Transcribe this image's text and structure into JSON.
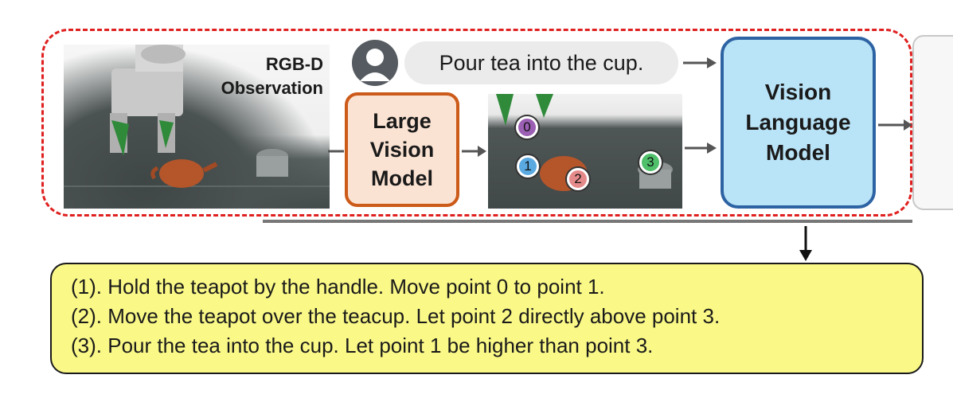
{
  "observation": {
    "label": "RGB-D\nObservation"
  },
  "instruction": {
    "text": "Pour tea into the cup."
  },
  "large_vision_model": {
    "label": "Large\nVision\nModel"
  },
  "vision_language_model": {
    "label": "Vision\nLanguage\nModel"
  },
  "points": [
    {
      "id": "0",
      "color": "#9b5fb3"
    },
    {
      "id": "1",
      "color": "#5aa9e0"
    },
    {
      "id": "2",
      "color": "#e58a8a"
    },
    {
      "id": "3",
      "color": "#4fbf6a"
    }
  ],
  "response": {
    "lines": [
      "(1). Hold the teapot by the handle. Move point 0 to point 1.",
      "(2). Move the teapot over the teacup. Let point 2 directly above point 3.",
      "(3). Pour the tea into the cup. Let point 1 be higher than point 3."
    ]
  },
  "colors": {
    "dashed_border": "#e02020",
    "lvm_fill": "#fbe3d3",
    "lvm_border": "#cc5a18",
    "vlm_fill": "#b9e3f7",
    "vlm_border": "#2d63a3",
    "response_fill": "#faf887"
  }
}
